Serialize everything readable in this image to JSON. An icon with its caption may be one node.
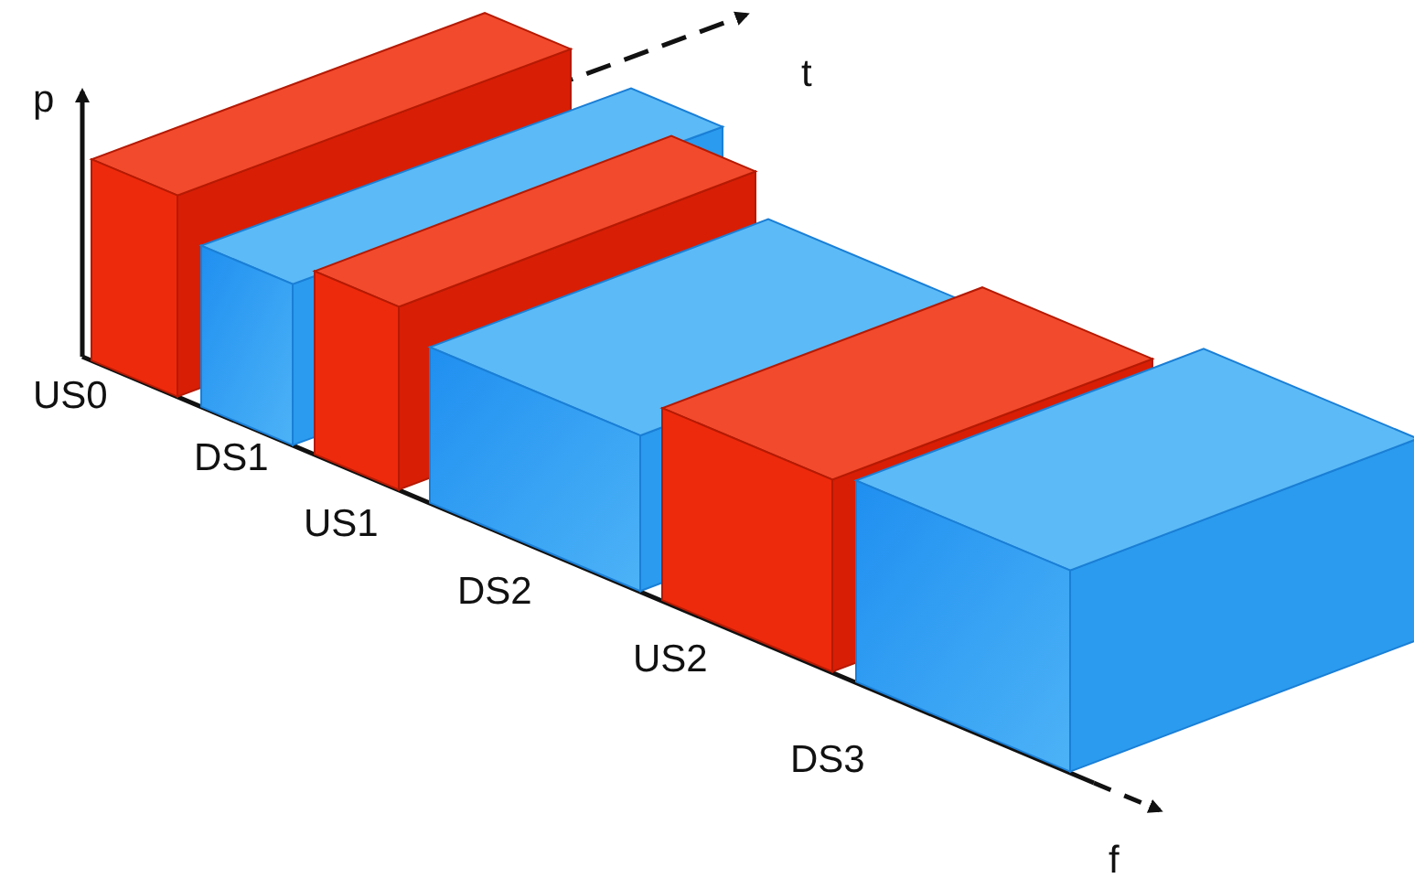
{
  "diagram": {
    "labels": [
      "p",
      "t",
      "US0",
      "DS1",
      "US1",
      "DS2",
      "US2",
      "DS3",
      "f"
    ]
  }
}
